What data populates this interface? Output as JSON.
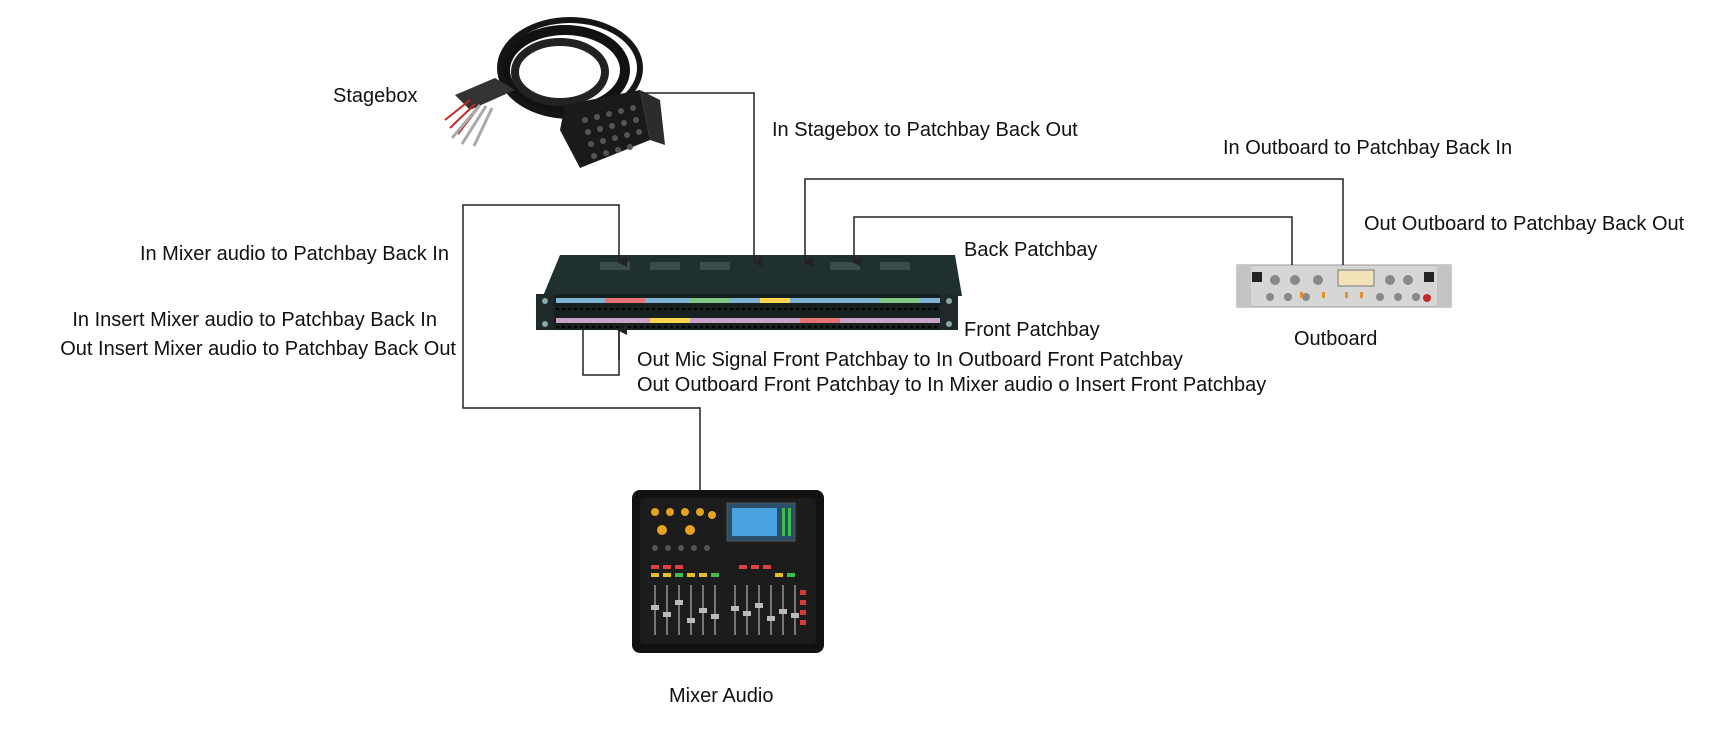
{
  "labels": {
    "stagebox": "Stagebox",
    "in_stagebox": "In Stagebox to Patchbay Back Out",
    "in_outboard": "In Outboard to Patchbay Back In",
    "out_outboard": "Out Outboard to Patchbay Back Out",
    "back_patchbay": "Back Patchbay",
    "front_patchbay": "Front Patchbay",
    "outboard": "Outboard",
    "in_mixer": "In Mixer audio to Patchbay Back In",
    "in_insert_mixer": "In Insert Mixer audio to Patchbay Back In",
    "out_insert_mixer": "Out Insert Mixer audio to Patchbay Back Out",
    "out_mic_signal": "Out Mic Signal Front Patchbay to In Outboard Front Patchbay",
    "out_outboard_front": "Out Outboard Front Patchbay to In Mixer audio o Insert Front Patchbay",
    "mixer_audio": "Mixer Audio"
  },
  "colors": {
    "wire": "#222222",
    "device_dark": "#1a1a1a",
    "patchbay_body": "#1c2b2a",
    "outboard_body": "#d9d9d9"
  }
}
